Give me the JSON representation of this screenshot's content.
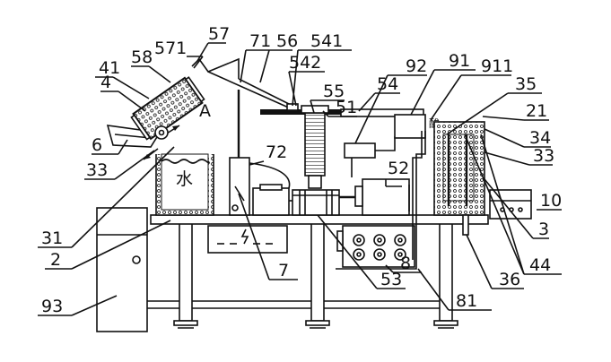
{
  "diagram": {
    "labels": {
      "l2": "2",
      "l3": "3",
      "l4": "4",
      "l6": "6",
      "l7": "7",
      "l8": "8",
      "l10": "10",
      "l21": "21",
      "l31": "31",
      "l33a": "33",
      "l33b": "33",
      "l34": "34",
      "l35": "35",
      "l36": "36",
      "l41": "41",
      "l44": "44",
      "l51": "51",
      "l52": "52",
      "l53": "53",
      "l54": "54",
      "l55": "55",
      "l56": "56",
      "l57": "57",
      "l58": "58",
      "l71": "71",
      "l72": "72",
      "l81": "81",
      "l91": "91",
      "l92": "92",
      "l93": "93",
      "l541": "541",
      "l542": "542",
      "l571": "571",
      "l911": "911",
      "lA": "A",
      "water": "水",
      "box91_text": "酸"
    }
  }
}
